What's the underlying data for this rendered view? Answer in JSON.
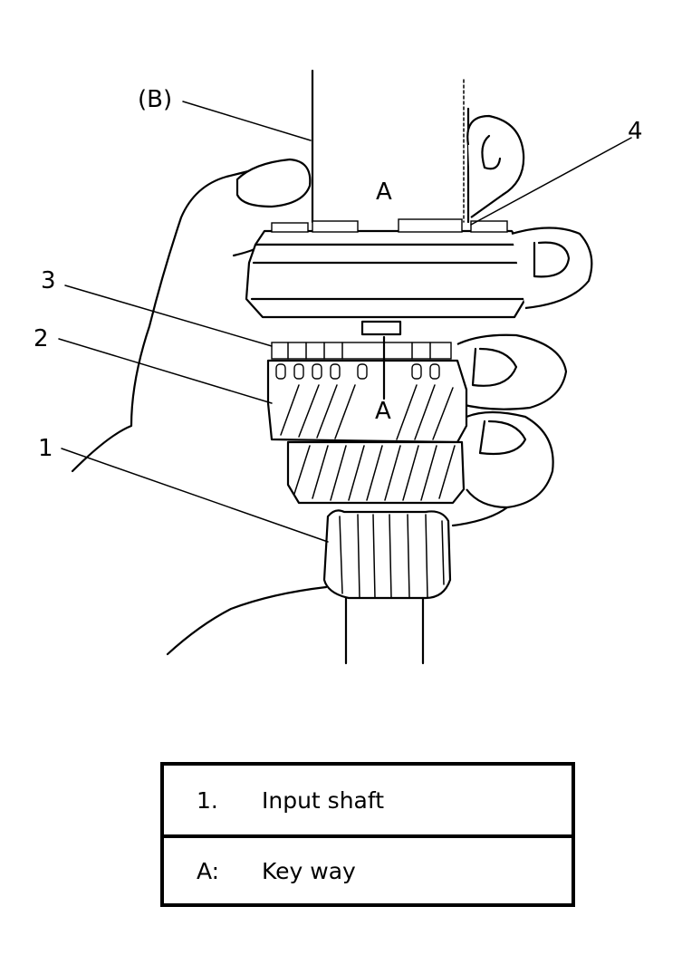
{
  "diagram": {
    "callouts": {
      "b": "(B)",
      "n1": "1",
      "n2": "2",
      "n3": "3",
      "n4": "4",
      "a_top": "A",
      "a_mid": "A"
    }
  },
  "legend": {
    "rows": [
      {
        "key": "1.",
        "description": "Input shaft"
      },
      {
        "key": "A:",
        "description": "Key way"
      }
    ]
  }
}
